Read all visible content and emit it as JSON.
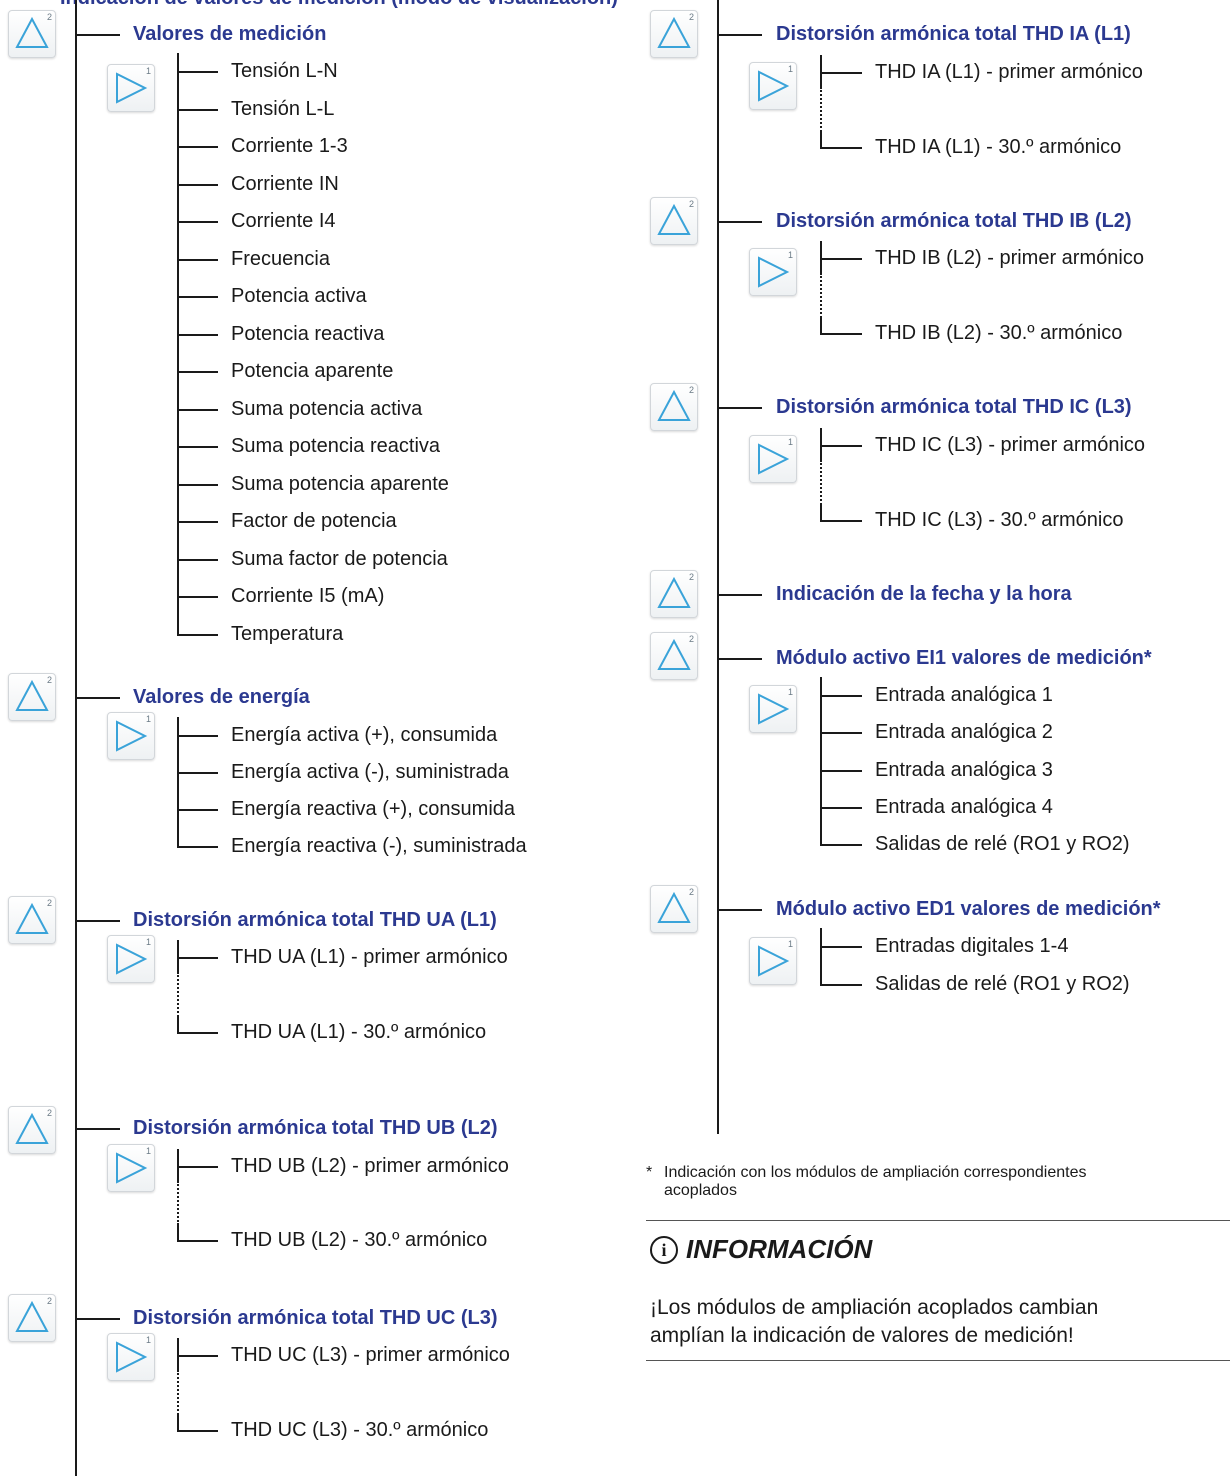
{
  "top_cut_text": "Indicación de valores de medición (modo de visualización)",
  "up_key_sup": "2",
  "right_key_sup": "1",
  "left": {
    "groups": [
      {
        "title": "Valores de medición",
        "items": [
          "Tensión L-N",
          "Tensión L-L",
          "Corriente 1-3",
          "Corriente IN",
          "Corriente I4",
          "Frecuencia",
          "Potencia activa",
          "Potencia reactiva",
          "Potencia aparente",
          "Suma potencia activa",
          "Suma potencia reactiva",
          "Suma potencia aparente",
          "Factor de potencia",
          "Suma factor de potencia",
          "Corriente I5 (mA)",
          "Temperatura"
        ]
      },
      {
        "title": "Valores de energía",
        "items": [
          "Energía activa (+), consumida",
          "Energía activa (-), suministrada",
          "Energía reactiva (+), consumida",
          "Energía reactiva (-), suministrada"
        ]
      },
      {
        "title": "Distorsión armónica total THD UA (L1)",
        "first": "THD UA (L1) - primer armónico",
        "last": "THD UA (L1) - 30.º armónico"
      },
      {
        "title": "Distorsión armónica total THD UB (L2)",
        "first": "THD UB (L2) - primer armónico",
        "last": "THD UB (L2) - 30.º armónico"
      },
      {
        "title": "Distorsión armónica total THD UC (L3)",
        "first": "THD UC (L3) - primer armónico",
        "last": "THD UC (L3) - 30.º armónico"
      }
    ]
  },
  "right": {
    "groups": [
      {
        "title": "Distorsión armónica total THD IA (L1)",
        "first": "THD IA (L1) - primer armónico",
        "last": "THD IA (L1) - 30.º armónico"
      },
      {
        "title": "Distorsión armónica total THD IB (L2)",
        "first": "THD IB (L2) - primer armónico",
        "last": "THD IB (L2) - 30.º armónico"
      },
      {
        "title": "Distorsión armónica total THD IC (L3)",
        "first": "THD IC (L3) - primer armónico",
        "last": "THD IC (L3) - 30.º armónico"
      },
      {
        "title": "Indicación de la fecha y la hora"
      },
      {
        "title": "Módulo activo EI1 valores de medición*",
        "items": [
          "Entrada analógica 1",
          "Entrada analógica 2",
          "Entrada analógica 3",
          "Entrada analógica 4",
          "Salidas de relé (RO1 y RO2)"
        ]
      },
      {
        "title": "Módulo activo ED1 valores de medición*",
        "items": [
          "Entradas digitales 1-4",
          "Salidas de relé (RO1 y RO2)"
        ]
      }
    ]
  },
  "footnote": {
    "star": "*",
    "text_line1": "Indicación con los módulos de ampliación correspondientes",
    "text_line2": "acoplados"
  },
  "info": {
    "icon": "info-icon",
    "icon_glyph": "i",
    "title": "INFORMACIÓN",
    "text_line1": "¡Los módulos de ampliación acoplados cambian",
    "text_line2": "amplían la indicación de valores de medición!"
  }
}
